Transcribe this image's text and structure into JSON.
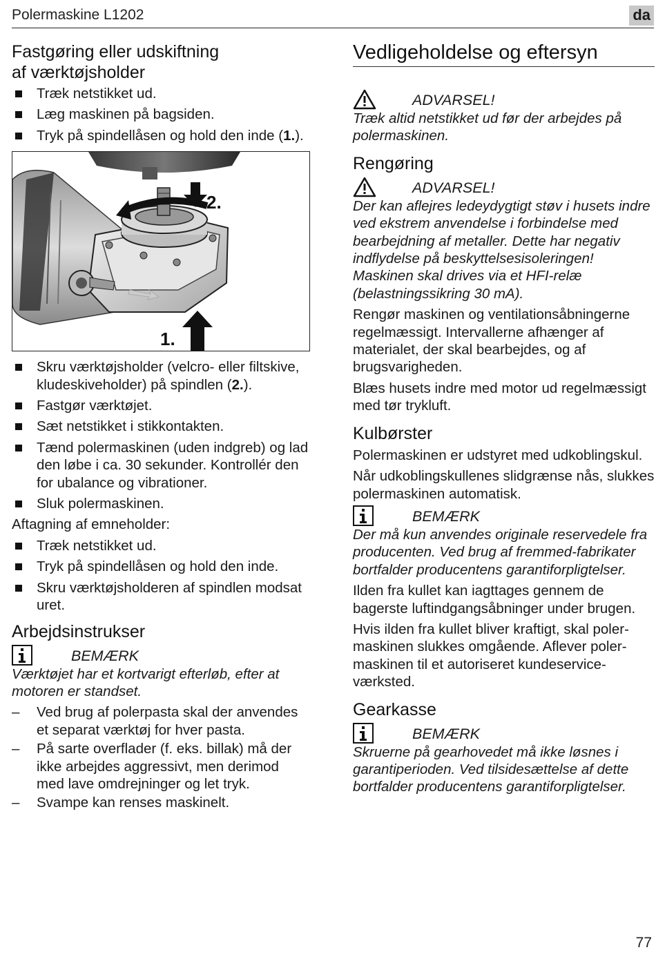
{
  "header": {
    "title": "Polermaskine L1202",
    "lang": "da"
  },
  "left": {
    "s1_title_line1": "Fastgøring eller udskiftning",
    "s1_title_line2": "af værktøjsholder",
    "steps_a": [
      "Træk netstikket ud.",
      "Læg maskinen på bagsiden."
    ],
    "step_a3_text": "Tryk på spindellåsen og hold den inde (",
    "step_a3_ref": "1.",
    "step_a3_end": ").",
    "figure": {
      "label_1": "1.",
      "label_2": "2."
    },
    "step_b1_text": "Skru værktøjsholder (velcro- eller filtskive, kludeskiveholder) på spindlen (",
    "step_b1_ref": "2.",
    "step_b1_end": ").",
    "steps_b": [
      "Fastgør værktøjet.",
      "Sæt netstikket i stikkontakten.",
      "Tænd polermaskinen (uden indgreb) og lad den løbe i ca. 30 sekunder. Kontrollér den for ubalance og vibrationer.",
      "Sluk polermaskinen."
    ],
    "removal_label": "Aftagning af emneholder:",
    "steps_c": [
      "Træk netstikket ud.",
      "Tryk på spindellåsen og hold den inde.",
      "Skru værktøjsholderen af spindlen modsat uret."
    ],
    "s2_title": "Arbejdsinstrukser",
    "s2_notice_label": "BEMÆRK",
    "s2_notice_text": "Værktøjet har et kortvarigt efterløb, efter at motoren er standset.",
    "s2_dash_items": [
      "Ved brug af polerpasta skal der anvendes et separat værktøj for hver pasta.",
      "På sarte overflader (f. eks. billak) må der ikke arbejdes aggressivt, men derimod med lave omdrejninger og let tryk.",
      "Svampe kan renses maskinelt."
    ],
    "dash_symbol": "–"
  },
  "right": {
    "main_title": "Vedligeholdelse og eftersyn",
    "warn1_label": "ADVARSEL!",
    "warn1_text": "Træk altid netstikket ud før der arbejdes på polermaskinen.",
    "clean_title": "Rengøring",
    "warn2_label": "ADVARSEL!",
    "warn2_text": "Der kan aflejres ledeydygtigt støv i husets indre ved ekstrem anvendelse i forbindelse med bearbejdning af metaller. Dette har negativ indflydelse på beskyttelsesisoleringen! Maskinen skal drives via et HFI-relæ (belastningssikring 30 mA).",
    "clean_p1": "Rengør maskinen og ventilationsåbningerne regelmæssigt. Intervallerne afhænger af materialet, der skal bearbejdes, og af brugsvarigheden.",
    "clean_p2": "Blæs husets indre med motor ud regelmæssigt med tør trykluft.",
    "brush_title": "Kulbørster",
    "brush_p1": "Polermaskinen er udstyret med udkoblingskul.",
    "brush_p2": "Når udkoblingskullenes slidgrænse nås, slukkes polermaskinen automatisk.",
    "note1_label": "BEMÆRK",
    "note1_text": "Der må kun anvendes originale reservedele fra producenten. Ved brug af fremmed-fabrikater bortfalder producentens garantiforpligtelser.",
    "brush_p3": "Ilden fra kullet kan iagttages gennem de bagerste luftindgangsåbninger under brugen.",
    "brush_p4": "Hvis ilden fra kullet bliver kraftigt, skal poler-maskinen slukkes omgående. Aflever poler-maskinen til et autoriseret kundeservice-værksted.",
    "gear_title": "Gearkasse",
    "note2_label": "BEMÆRK",
    "note2_text": "Skruerne på gearhovedet må ikke løsnes i garantiperioden. Ved tilsidesættelse af dette bortfalder producentens garantiforpligtelser."
  },
  "footer": {
    "page_number": "77"
  },
  "icons": [
    "warning-triangle-icon",
    "info-icon",
    "bullet-square-icon",
    "arrow-up-icon",
    "arrow-rotate-icon"
  ]
}
